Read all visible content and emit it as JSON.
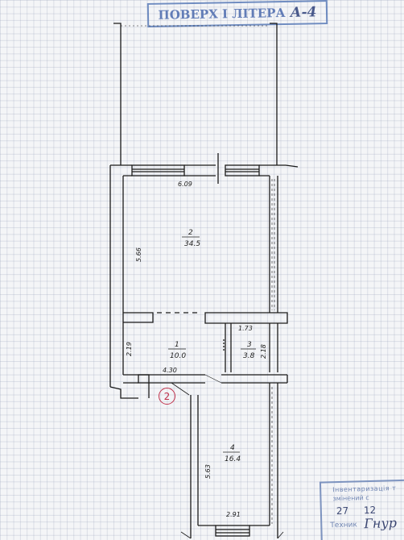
{
  "stamp_top": {
    "text": "ПОВЕРХ  І  ЛІТЕРА",
    "handwritten": "А-4"
  },
  "rooms": [
    {
      "number": "2",
      "area": "34.5"
    },
    {
      "number": "1",
      "area": "10.0"
    },
    {
      "number": "3",
      "area": "3.8"
    },
    {
      "number": "4",
      "area": "16.4"
    }
  ],
  "dimensions": {
    "d_609": "6.09",
    "d_566": "5.66",
    "d_173": "1.73",
    "d_219": "2.19",
    "d_218": "2.18",
    "d_430": "4.30",
    "d_563": "5.63",
    "d_291": "2.91"
  },
  "marker": "2",
  "stamp_br": {
    "line1": "Інвентаризація т",
    "line2": "змінений с",
    "day": "27",
    "month": "12",
    "line3": "Техник",
    "signature": "Гнур"
  },
  "colors": {
    "wall_line": "#1a1a1a",
    "stamp": "#5a7bb8",
    "marker": "#c0304a"
  }
}
